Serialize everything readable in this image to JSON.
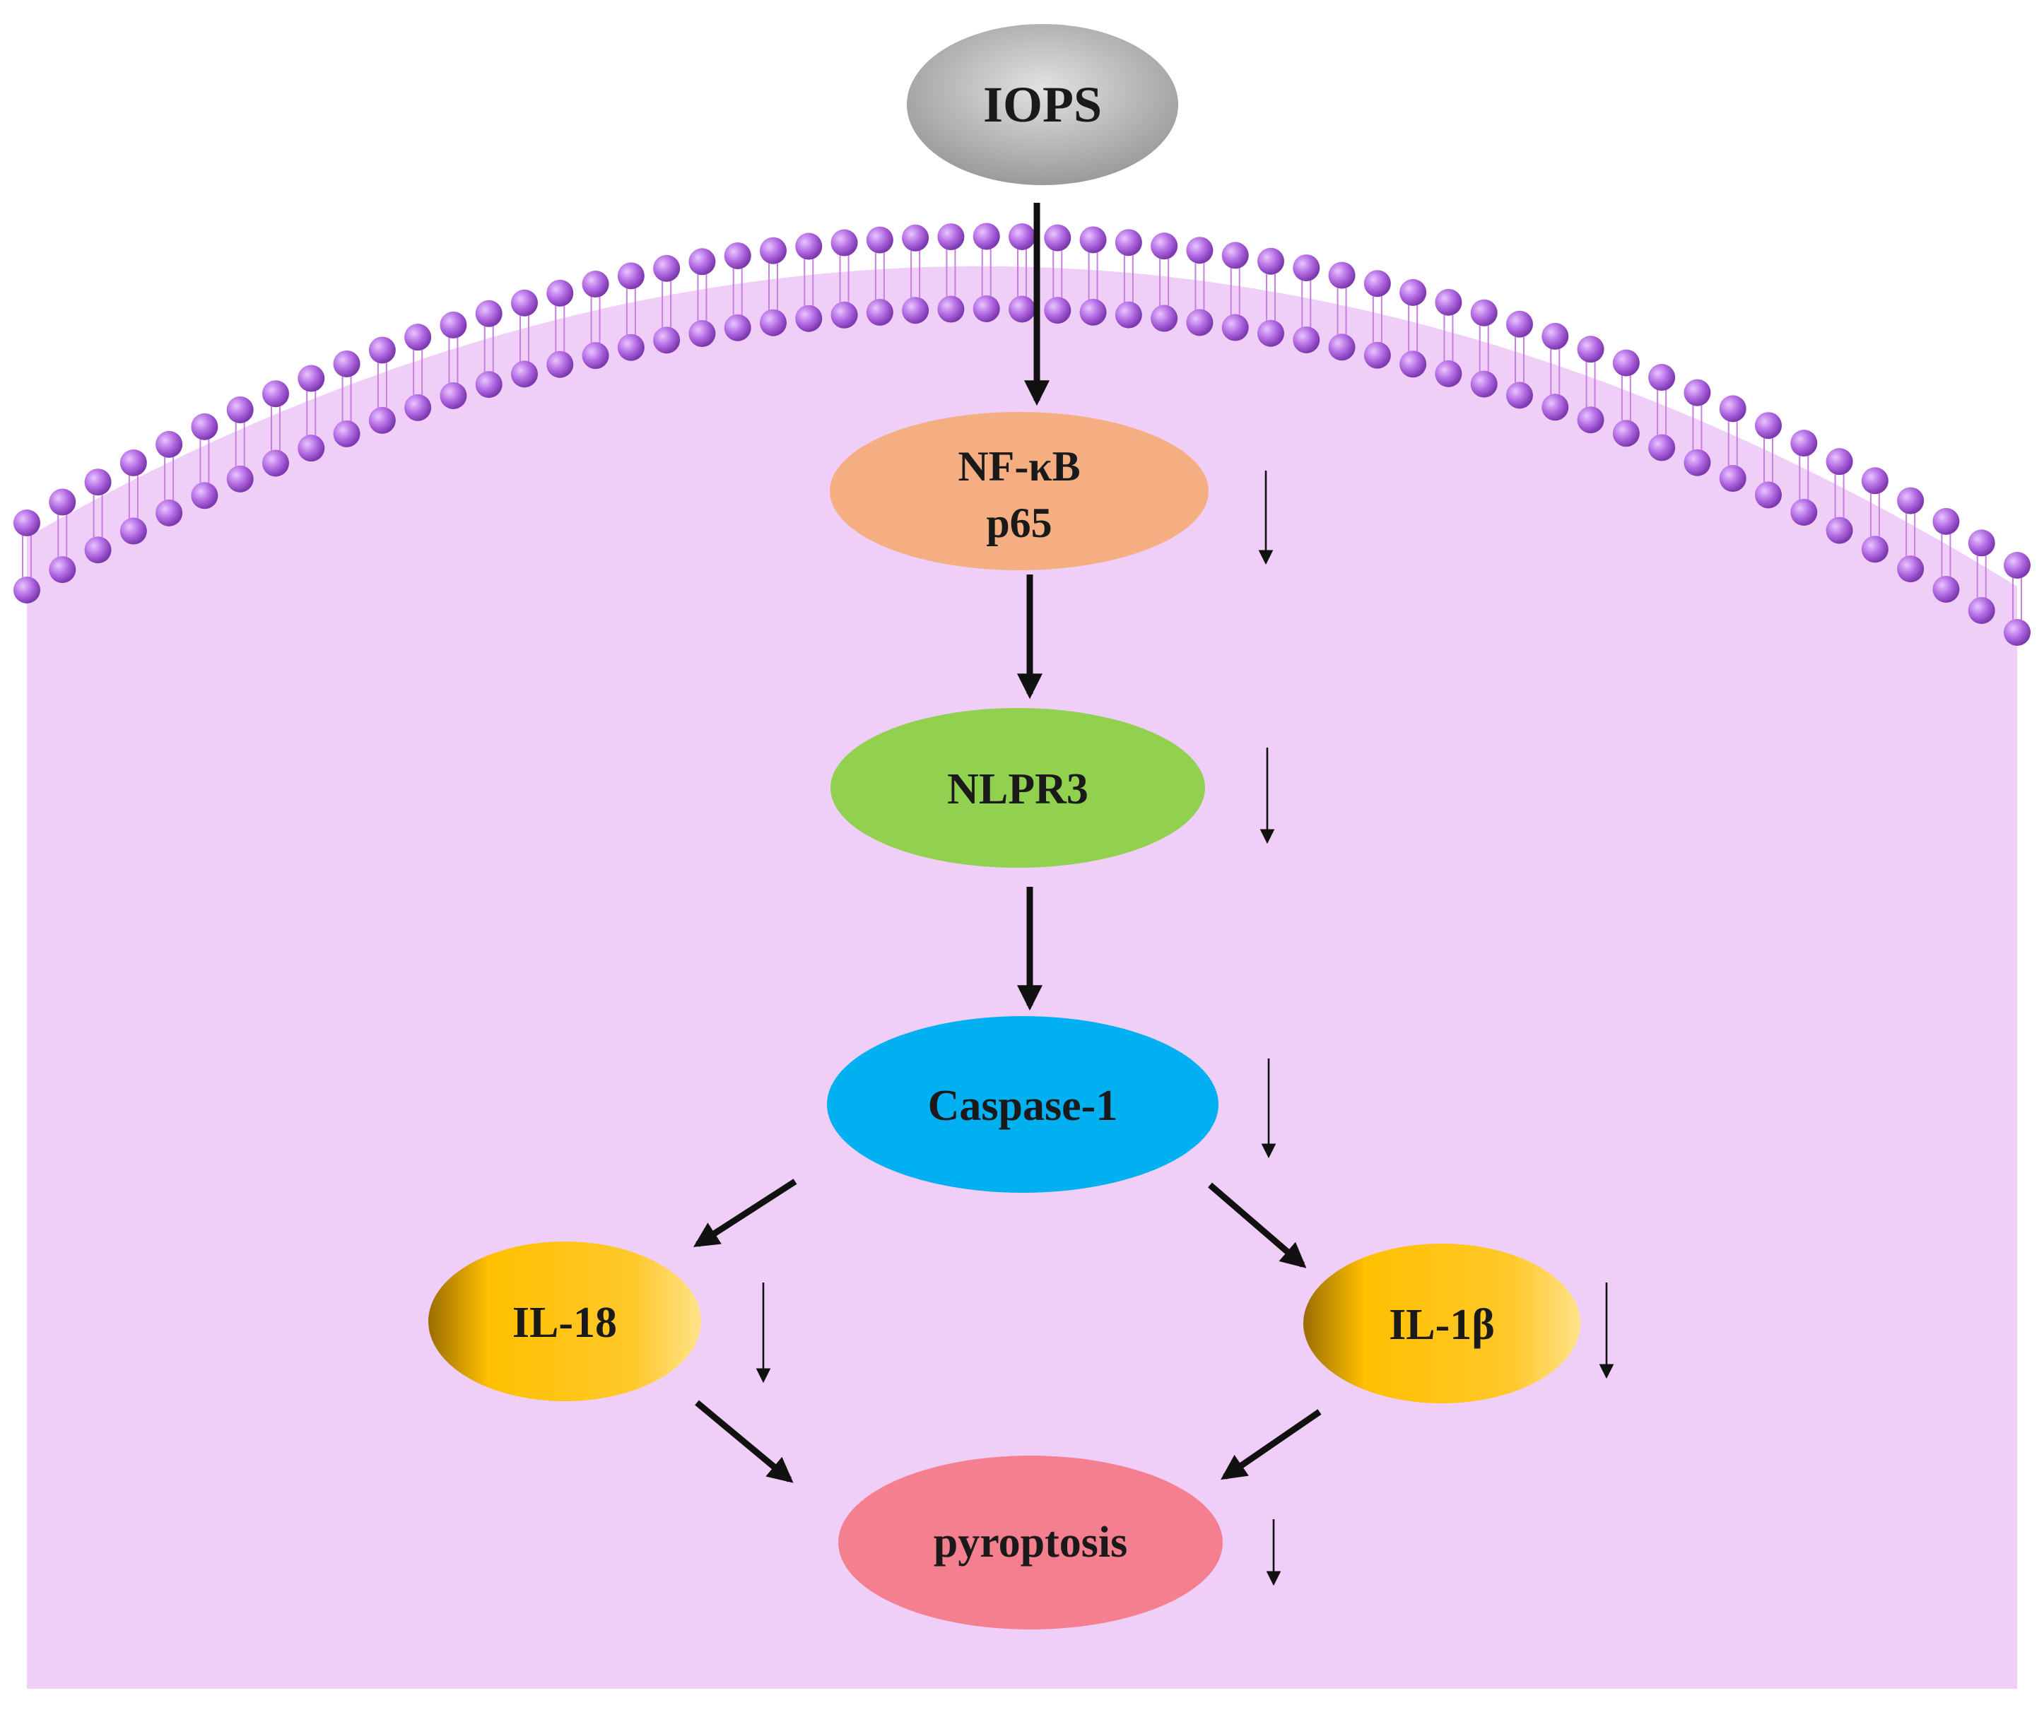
{
  "diagram": {
    "colors": {
      "cell_fill": "#efcff8",
      "lipid_head": "#b06ae0",
      "lipid_tail": "#c77fe0",
      "arrow": "#111111"
    },
    "nodes": {
      "iops": {
        "label": "IOPS",
        "color": "#b9b9b9",
        "effect": ""
      },
      "nfkb": {
        "label_line1": "NF-κB",
        "label_line2": "p65",
        "color": "#f4ae82",
        "effect": "down"
      },
      "nlpr3": {
        "label": "NLPR3",
        "color": "#92d050",
        "effect": "down"
      },
      "caspase1": {
        "label": "Caspase-1",
        "color": "#00b0f0",
        "effect": "down"
      },
      "il18": {
        "label": "IL-18",
        "color": "#ffc000",
        "effect": "down"
      },
      "il1b": {
        "label": "IL-1β",
        "color": "#ffc000",
        "effect": "down"
      },
      "pyroptosis": {
        "label": "pyroptosis",
        "color": "#f47f8f",
        "effect": "down"
      }
    },
    "edges": [
      {
        "from": "IOPS",
        "to": "NF-κB p65"
      },
      {
        "from": "NF-κB p65",
        "to": "NLPR3"
      },
      {
        "from": "NLPR3",
        "to": "Caspase-1"
      },
      {
        "from": "Caspase-1",
        "to": "IL-18"
      },
      {
        "from": "Caspase-1",
        "to": "IL-1β"
      },
      {
        "from": "IL-18",
        "to": "pyroptosis"
      },
      {
        "from": "IL-1β",
        "to": "pyroptosis"
      }
    ]
  }
}
